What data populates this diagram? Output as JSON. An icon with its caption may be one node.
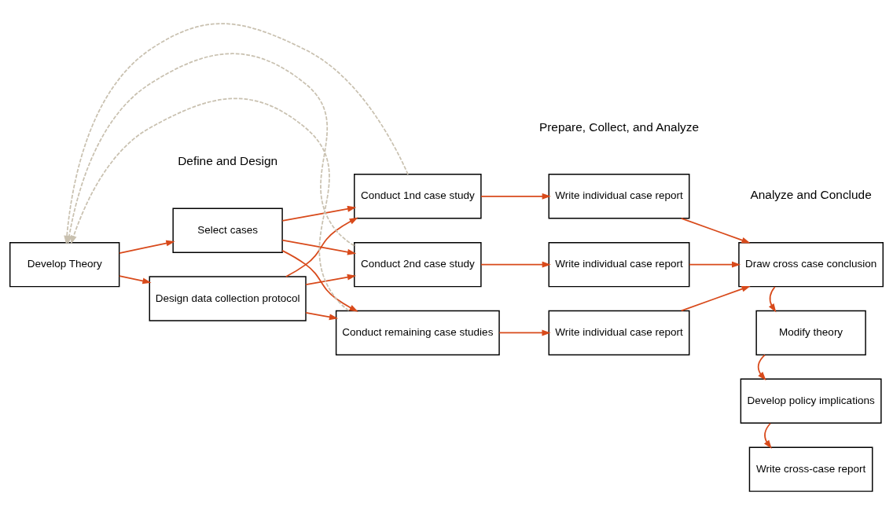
{
  "diagram": {
    "nodes": [
      {
        "text": [
          "Develop Theory"
        ]
      },
      {
        "text": [
          "Select cases"
        ]
      },
      {
        "text": [
          "Design data collection protocol"
        ]
      },
      {
        "text": [
          "Conduct 1nd case study"
        ]
      },
      {
        "text": [
          "Conduct 2nd case study"
        ]
      },
      {
        "text": [
          "Conduct remaining case studies"
        ]
      },
      {
        "text": [
          "Write individual case report"
        ]
      },
      {
        "text": [
          "Write individual case report"
        ]
      },
      {
        "text": [
          "Write individual case report"
        ]
      },
      {
        "text": [
          "Draw cross case conclusion"
        ]
      },
      {
        "text": [
          "Modify theory"
        ]
      },
      {
        "text": [
          "Develop policy implications"
        ]
      },
      {
        "text": [
          "Write cross-case report"
        ]
      }
    ],
    "edges": [
      {
        "from": 0,
        "to": 1,
        "arrow": "to"
      },
      {
        "from": 0,
        "to": 2,
        "arrow": "to"
      },
      {
        "from": 1,
        "to": 3,
        "arrow": "to"
      },
      {
        "from": 1,
        "to": 4,
        "arrow": "to"
      },
      {
        "from": 1,
        "to": 5,
        "arrow": "to"
      },
      {
        "from": 2,
        "to": 3,
        "arrow": "to"
      },
      {
        "from": 2,
        "to": 4,
        "arrow": "to"
      },
      {
        "from": 2,
        "to": 5,
        "arrow": "to"
      },
      {
        "from": 3,
        "to": 6,
        "arrow": "to"
      },
      {
        "from": 4,
        "to": 7,
        "arrow": "to"
      },
      {
        "from": 5,
        "to": 8,
        "arrow": "to"
      },
      {
        "from": 6,
        "to": 9,
        "arrow": "to"
      },
      {
        "from": 7,
        "to": 9,
        "arrow": "to"
      },
      {
        "from": 8,
        "to": 9,
        "arrow": "to"
      },
      {
        "from": 9,
        "to": 10,
        "arrow": "to"
      },
      {
        "from": 10,
        "to": 11,
        "arrow": "to"
      },
      {
        "from": 11,
        "to": 12,
        "arrow": "to"
      },
      {
        "from": 3,
        "to": 0,
        "arrow": "to",
        "style": "dashed",
        "color": "#c9c1b0"
      },
      {
        "from": 4,
        "to": 0,
        "arrow": "to",
        "style": "dashed",
        "color": "#c9c1b0"
      },
      {
        "from": 5,
        "to": 0,
        "arrow": "to",
        "style": "dashed",
        "color": "#c9c1b0"
      }
    ],
    "labels": [
      "Define and Design",
      "Prepare, Collect, and Analyze",
      "Analyze and Conclude"
    ]
  }
}
